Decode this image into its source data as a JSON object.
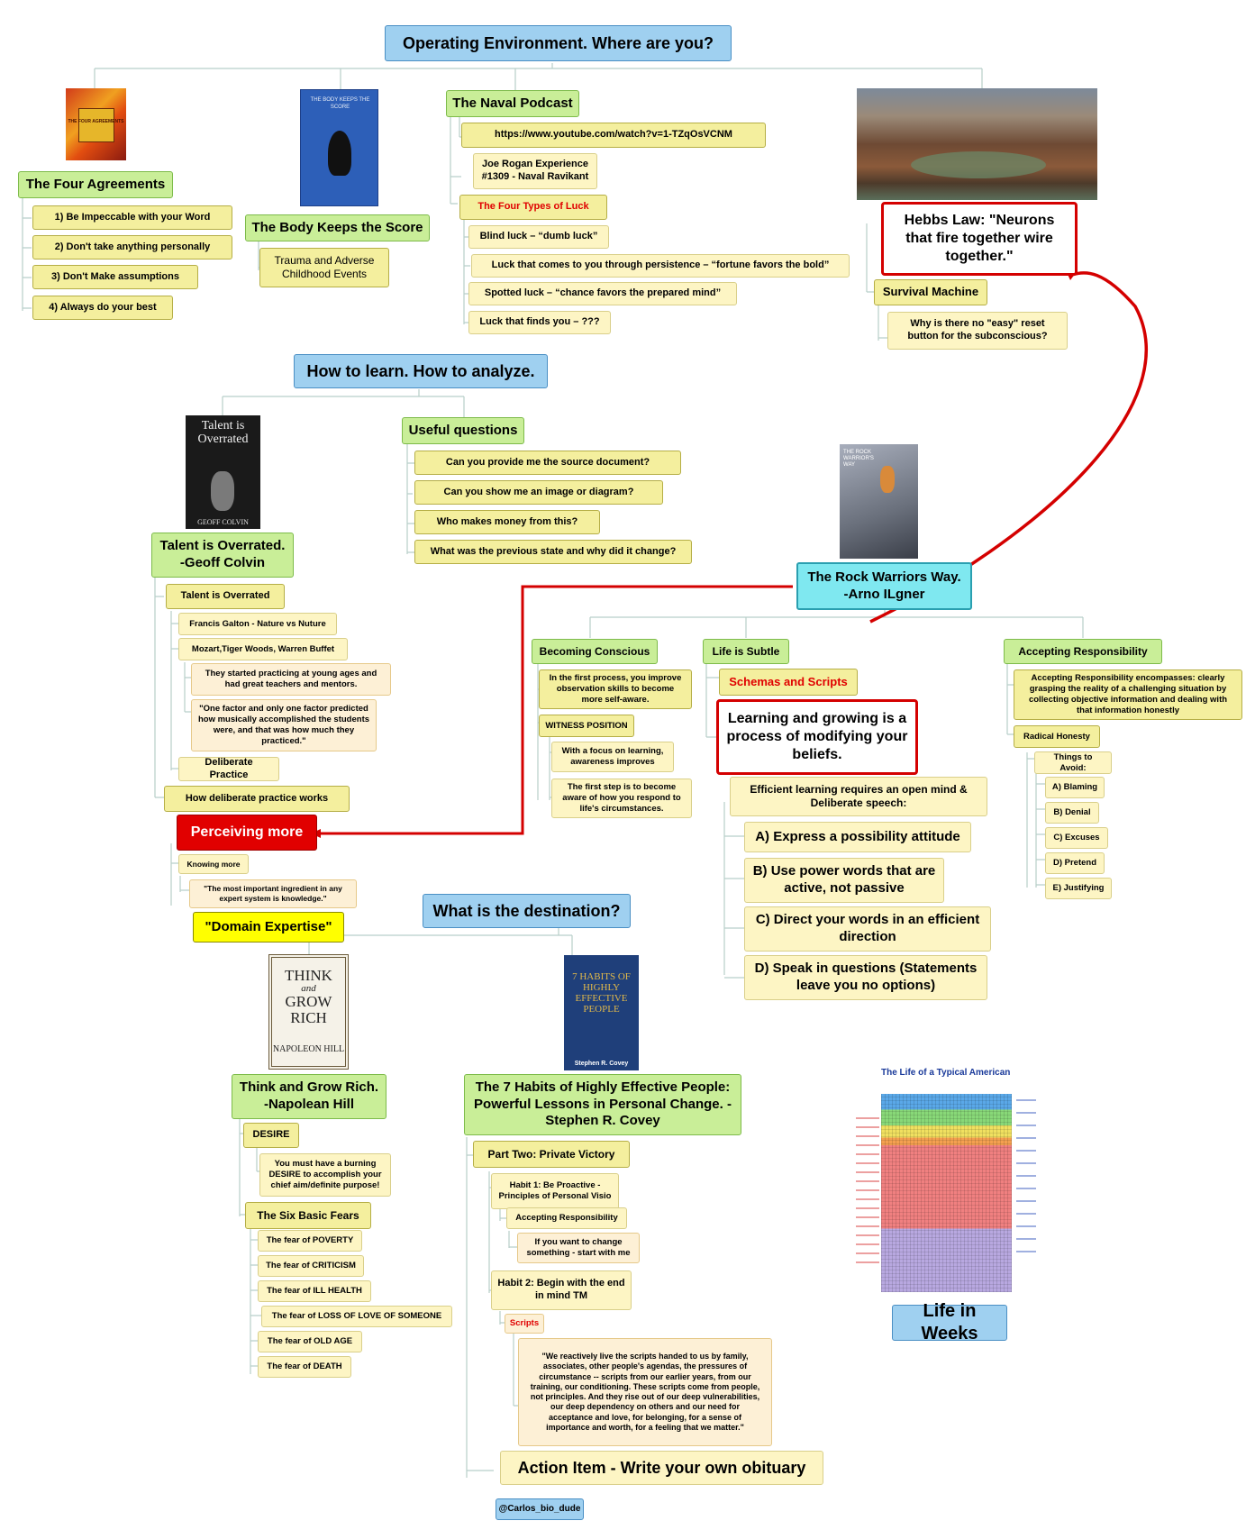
{
  "sections": {
    "operating": "Operating Environment. Where are you?",
    "learn": "How to learn. How to analyze.",
    "destination": "What is the destination?"
  },
  "books": {
    "four_agreements_cover": "THE FOUR AGREEMENTS",
    "body_cover_title": "THE BODY KEEPS THE SCORE",
    "talent_cover": "Talent is Overrated",
    "talent_author": "GEOFF COLVIN",
    "rock_cover": "THE ROCK WARRIOR'S WAY",
    "think_cover_1": "THINK",
    "think_cover_2": "and",
    "think_cover_3": "GROW RICH",
    "think_author": "NAPOLEON HILL",
    "habits_cover_1": "7 HABITS OF HIGHLY EFFECTIVE PEOPLE",
    "habits_author": "Stephen R. Covey"
  },
  "four_agreements": {
    "title": "The Four Agreements",
    "items": [
      "1) Be Impeccable with your Word",
      "2) Don't take anything personally",
      "3) Don't Make assumptions",
      "4) Always do your best"
    ]
  },
  "body_score": {
    "title": "The Body Keeps the Score",
    "child": "Trauma and Adverse Childhood Events"
  },
  "naval": {
    "title": "The Naval Podcast",
    "url": "https://www.youtube.com/watch?v=1-TZqOsVCNM",
    "episode": "Joe Rogan Experience #1309 - Naval Ravikant",
    "luck_title": "The Four Types of Luck",
    "luck": [
      "Blind luck – “dumb luck”",
      "Luck that comes to you through persistence – “fortune favors the bold”",
      "Spotted luck – “chance favors the prepared mind”",
      "Luck that finds you – ???"
    ]
  },
  "hebbs": {
    "law": "Hebbs Law: \"Neurons that fire together wire together.\"",
    "survival": "Survival Machine",
    "question": "Why is there no \"easy\" reset button for the subconscious?"
  },
  "talent": {
    "title": "Talent is Overrated. -Geoff Colvin",
    "sub": "Talent is Overrated",
    "galton": "Francis Galton - Nature vs Nuture",
    "mozart": "Mozart,Tiger Woods, Warren Buffet",
    "practiced": "They started practicing at young ages and had great teachers and mentors.",
    "quote": "\"One factor and only one factor predicted how musically accomplished the students were, and that was how much they practiced.\"",
    "deliberate": "Deliberate Practice",
    "how": "How deliberate practice works",
    "perceiving": "Perceiving more",
    "knowing": "Knowing more",
    "ingredient": "\"The most important ingredient in any expert system is knowledge.\"",
    "domain": "\"Domain Expertise\""
  },
  "questions": {
    "title": "Useful questions",
    "items": [
      "Can you provide me the source document?",
      "Can you show me an image or diagram?",
      "Who makes money from this?",
      "What was the previous state and why did it change?"
    ]
  },
  "rock": {
    "title": "The Rock Warriors Way. -Arno ILgner",
    "conscious": "Becoming Conscious",
    "first_process": "In the first process, you improve observation skills to become more self-aware.",
    "witness": "WITNESS POSITION",
    "focus": "With a focus on learning, awareness improves",
    "first_step": "The first step is to become aware of how you respond to life's circumstances.",
    "subtle": "Life is Subtle",
    "schemas": "Schemas and Scripts",
    "learning": "Learning and growing is a process of modifying your beliefs.",
    "efficient": "Efficient learning requires an open mind & Deliberate speech:",
    "speech": [
      "A) Express a possibility attitude",
      "B) Use power words that are active, not passive",
      "C) Direct your words in an efficient direction",
      "D) Speak in questions (Statements leave you no options)"
    ],
    "accepting": "Accepting Responsibility",
    "accepting_desc": "Accepting Responsibility encompasses: clearly grasping the reality of a challenging situation by collecting objective information and dealing with that information honestly",
    "radical": "Radical Honesty",
    "avoid": "Things to Avoid:",
    "avoid_items": [
      "A) Blaming",
      "B) Denial",
      "C) Excuses",
      "D) Pretend",
      "E) Justifying"
    ]
  },
  "think": {
    "title": "Think and Grow Rich. -Napolean Hill",
    "desire": "DESIRE",
    "desire_desc": "You must have a burning DESIRE to accomplish your chief aim/definite purpose!",
    "fears_title": "The Six Basic Fears",
    "fears": [
      "The fear of POVERTY",
      "The fear of CRITICISM",
      "The fear of ILL HEALTH",
      "The fear of LOSS OF LOVE OF SOMEONE",
      "The fear of OLD AGE",
      "The fear of DEATH"
    ]
  },
  "habits": {
    "title": "The 7 Habits of Highly Effective People: Powerful Lessons in Personal Change. -Stephen R. Covey",
    "part": "Part Two: Private Victory",
    "habit1": "Habit 1: Be Proactive - Principles of Personal Visio",
    "accepting": "Accepting  Responsibility",
    "change": "If you want to change something - start with me",
    "habit2": "Habit 2: Begin with the end in mind TM",
    "scripts": "Scripts",
    "scripts_quote": "\"We reactively live the scripts handed to us by family, associates, other people's agendas, the pressures of circumstance -- scripts from our earlier years, from our training, our conditioning. These scripts come from people, not principles. And they rise out of our deep vulnerabilities, our deep dependency on others and our need for acceptance and love, for belonging, for a sense of importance and worth, for a feeling that we matter.\"",
    "action": "Action Item - Write your own obituary"
  },
  "life_weeks": {
    "chart_title": "The Life of a Typical American",
    "title": "Life in Weeks"
  },
  "handle": "@Carlos_bio_dude",
  "colors": {
    "connector": "#b8cfc9",
    "red_arrow": "#d40000"
  }
}
